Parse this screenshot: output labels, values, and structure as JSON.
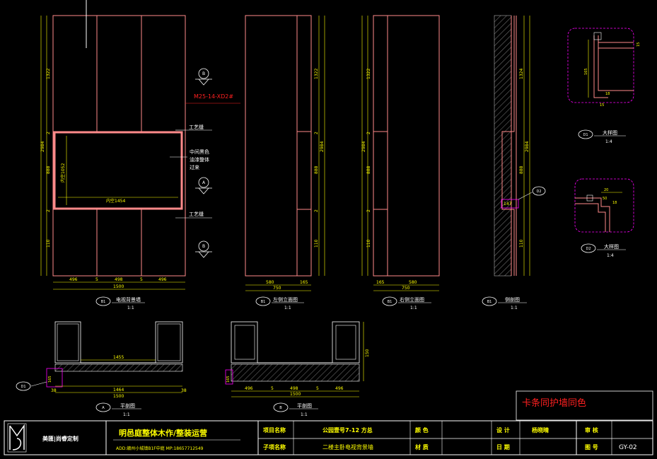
{
  "elevation_main": {
    "dims_vertical": [
      "1322",
      "2",
      "888",
      "2",
      "110"
    ],
    "total_height": "2984",
    "dims_bottom": [
      "496",
      "5",
      "498",
      "5",
      "496"
    ],
    "total_width": "1500",
    "inner_width": "内空1454",
    "inner_height": "内空1052",
    "material_code": "M25-14-XD2#",
    "label_groove_top": "工艺缝",
    "label_groove_bottom": "工艺缝",
    "note_line1": "中间黑色",
    "note_line2": "油漆整体",
    "note_line3": "过来",
    "section_a": "A",
    "section_b1": "B",
    "section_b2": "B",
    "caption_num": "B1",
    "caption": "电视背景墙",
    "scale": "1:1"
  },
  "elevation_left": {
    "dims_vertical": [
      "1322",
      "2",
      "888",
      "2",
      "110"
    ],
    "total_height": "2984",
    "dims_bottom": [
      "580",
      "165"
    ],
    "total_width": "750",
    "caption_num": "B1",
    "caption": "左侧立面图",
    "scale": "1:1"
  },
  "elevation_right": {
    "dims_vertical": [
      "1322",
      "2",
      "888",
      "2",
      "110"
    ],
    "total_height": "2984",
    "dims_bottom": [
      "165",
      "580"
    ],
    "total_width": "750",
    "caption_num": "B1",
    "caption": "右侧立面图",
    "scale": "1:1"
  },
  "section_view": {
    "dims_vertical": [
      "1324",
      "888",
      "110"
    ],
    "total_height": "2984",
    "dim_147": "147",
    "callout": "D2",
    "caption_num": "B1",
    "caption": "侧剖图",
    "scale": "1:1"
  },
  "details": {
    "d1_dims": [
      "165",
      "15",
      "15",
      "18"
    ],
    "d1_num": "D1",
    "d1_caption": "大样图",
    "d1_scale": "1:4",
    "d2_dims": [
      "20",
      "50",
      "18"
    ],
    "d2_num": "D2",
    "d2_caption": "大样图",
    "d2_scale": "1:4"
  },
  "plan_a": {
    "dim_top": "1455",
    "dim_mid": "1464",
    "dims_bottom": [
      "38",
      "38"
    ],
    "total": "1500",
    "side_dim": "165",
    "callout": "D1",
    "caption_num": "A",
    "caption": "平剖图",
    "scale": "1:1"
  },
  "plan_b": {
    "dims_bottom": [
      "496",
      "5",
      "498",
      "5",
      "496"
    ],
    "total": "1500",
    "side_dim": "165",
    "right_dim": "150",
    "caption_num": "B",
    "caption": "平剖图",
    "scale": "1:1"
  },
  "note_red": "卡条同护墙同色",
  "title_block": {
    "brand_cn": "美匯|尚睿定制",
    "company": "明邑庭整体木作/整装运营",
    "address": "ADD:赣州小城镇B1F中庭  MP:18657712549",
    "project_name_label": "项目名称",
    "project_name_value": "公园壹号7-12  方总",
    "sub_item_label": "子项名称",
    "sub_item_value": "二楼主卧电视背景墙",
    "color_label": "颜  色",
    "color_value": "",
    "material_label": "材  质",
    "material_value": "",
    "design_label": "设  计",
    "design_value": "杨晓晴",
    "date_label": "日  期",
    "date_value": "",
    "review_label": "审  核",
    "review_value": "",
    "drawing_no_label": "图  号",
    "drawing_no_value": "GY-02"
  },
  "colors": {
    "background": "#000000",
    "outline_pink": "#ff8a8a",
    "dim_yellow": "#ffff00",
    "white": "#ffffff",
    "magenta": "#ff00ff",
    "red": "#ff2020",
    "cyan": "#00ffff",
    "hatch_grey": "#b0b0b0"
  }
}
